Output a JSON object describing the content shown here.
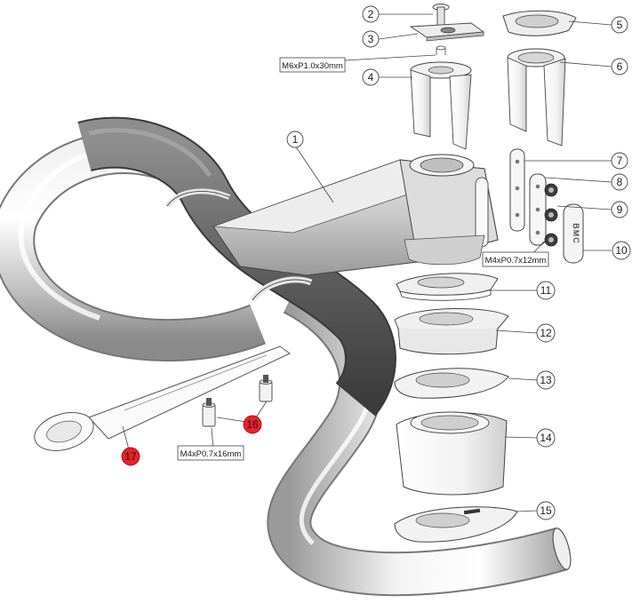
{
  "callouts": [
    {
      "id": "1",
      "label": "1",
      "highlight": false
    },
    {
      "id": "2",
      "label": "2",
      "highlight": false
    },
    {
      "id": "3",
      "label": "3",
      "highlight": false
    },
    {
      "id": "4",
      "label": "4",
      "highlight": false
    },
    {
      "id": "5",
      "label": "5",
      "highlight": false
    },
    {
      "id": "6",
      "label": "6",
      "highlight": false
    },
    {
      "id": "7",
      "label": "7",
      "highlight": false
    },
    {
      "id": "8",
      "label": "8",
      "highlight": false
    },
    {
      "id": "9",
      "label": "9",
      "highlight": false
    },
    {
      "id": "10",
      "label": "10",
      "highlight": false
    },
    {
      "id": "11",
      "label": "11",
      "highlight": false
    },
    {
      "id": "12",
      "label": "12",
      "highlight": false
    },
    {
      "id": "13",
      "label": "13",
      "highlight": false
    },
    {
      "id": "14",
      "label": "14",
      "highlight": false
    },
    {
      "id": "15",
      "label": "15",
      "highlight": false
    },
    {
      "id": "16",
      "label": "16",
      "highlight": true
    },
    {
      "id": "17",
      "label": "17",
      "highlight": true
    }
  ],
  "specs": {
    "bolt_m6": "M6xP1.0x30mm",
    "bolt_m4_12": "M4xP0.7x12mm",
    "bolt_m4_16": "M4xP0.7x16mm"
  },
  "logo": "BMC",
  "colors": {
    "highlight": "#e8202a",
    "line": "#333333",
    "bar_dark": "#6e6e6e",
    "bar_light": "#d8d8d8"
  }
}
